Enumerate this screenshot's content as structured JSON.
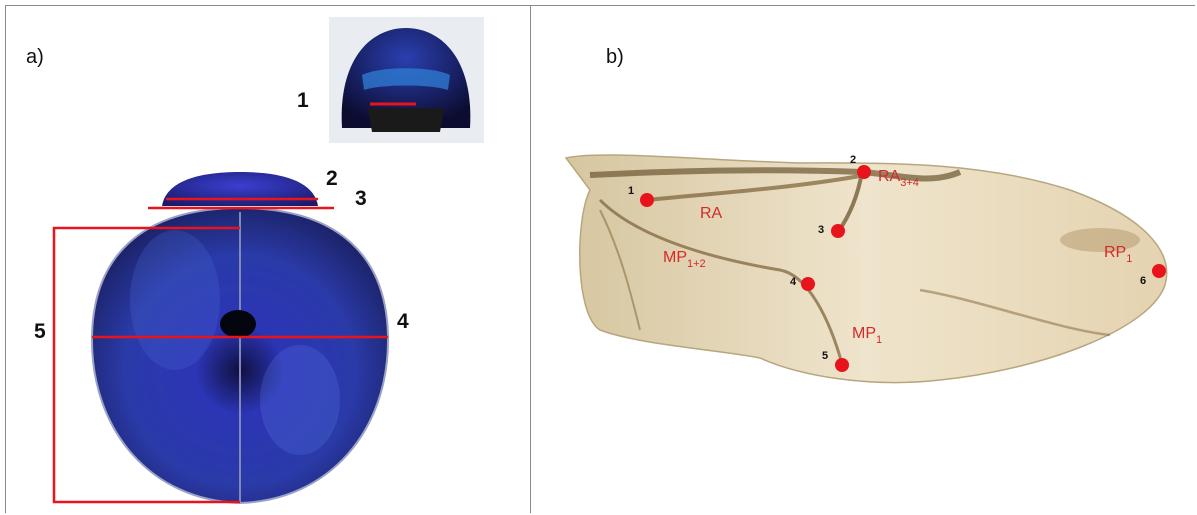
{
  "panels": {
    "a": {
      "label": "a)"
    },
    "b": {
      "label": "b)"
    }
  },
  "measurements": {
    "m1": "1",
    "m2": "2",
    "m3": "3",
    "m4": "4",
    "m5": "5"
  },
  "landmarks": {
    "l1": "1",
    "l2": "2",
    "l3": "3",
    "l4": "4",
    "l5": "5",
    "l6": "6"
  },
  "veins": {
    "ra": "RA",
    "ra34_base": "RA",
    "ra34_sub": "3+4",
    "mp12_base": "MP",
    "mp12_sub": "1+2",
    "mp1_base": "MP",
    "mp1_sub": "1",
    "rp1_base": "RP",
    "rp1_sub": "1"
  },
  "colors": {
    "marker": "#e8141b",
    "label_red": "#d42a2a",
    "beetle": "#2a2f9a",
    "wing": "#d9c9a3"
  }
}
